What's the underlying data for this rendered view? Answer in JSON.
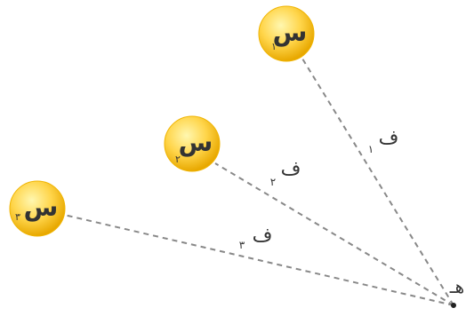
{
  "colors": {
    "ball_highlight": "#fff7b0",
    "ball_mid": "#ffd54a",
    "ball_edge": "#e8a800",
    "ball_rim": "#f0b400",
    "line": "#888888",
    "text": "#333333"
  },
  "point": {
    "label": "هـ"
  },
  "balls": [
    {
      "label": "س",
      "sub": "١",
      "distance_label": "ف",
      "distance_sub": "١"
    },
    {
      "label": "س",
      "sub": "٢",
      "distance_label": "ف",
      "distance_sub": "٢"
    },
    {
      "label": "س",
      "sub": "٣",
      "distance_label": "ف",
      "distance_sub": "٣"
    }
  ]
}
